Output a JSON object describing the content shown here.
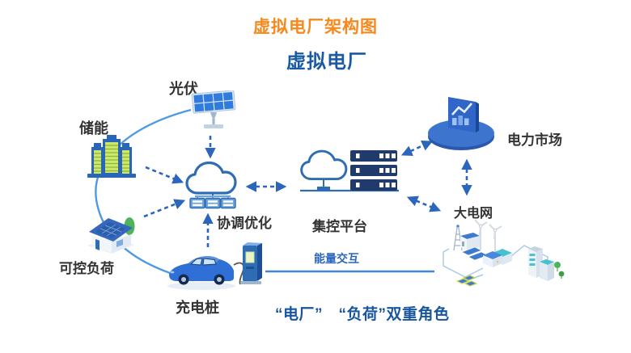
{
  "title": "虚拟电厂架构图",
  "subtitle": "虚拟电厂",
  "nodes": {
    "pv": {
      "label": "光伏",
      "icon": "solar-panel-icon"
    },
    "storage": {
      "label": "储能",
      "icon": "battery-storage-icon"
    },
    "controllable_load": {
      "label": "可控负荷",
      "icon": "house-solar-icon"
    },
    "charging_pile": {
      "label": "充电桩",
      "icon": "ev-charging-icon"
    },
    "coordination": {
      "label": "协调优化",
      "icon": "cloud-servers-icon"
    },
    "control_platform": {
      "label": "集控平台",
      "icon": "cloud-rack-icon"
    },
    "power_market": {
      "label": "电力市场",
      "icon": "market-chart-disc-icon"
    },
    "main_grid": {
      "label": "大电网",
      "icon": "grid-scene-icon"
    }
  },
  "annotations": {
    "energy_exchange": "能量交互",
    "dual_role": "“电厂”　“负荷”双重角色"
  },
  "edges": [
    {
      "from": "光伏",
      "to": "协调优化",
      "style": "dashed",
      "direction": "one-way"
    },
    {
      "from": "储能",
      "to": "协调优化",
      "style": "dashed",
      "direction": "one-way"
    },
    {
      "from": "可控负荷",
      "to": "协调优化",
      "style": "dashed",
      "direction": "one-way"
    },
    {
      "from": "充电桩",
      "to": "协调优化",
      "style": "dashed",
      "direction": "one-way"
    },
    {
      "from": "协调优化",
      "to": "集控平台",
      "style": "dashed",
      "direction": "two-way"
    },
    {
      "from": "集控平台",
      "to": "电力市场",
      "style": "dashed",
      "direction": "two-way"
    },
    {
      "from": "集控平台",
      "to": "大电网",
      "style": "dashed",
      "direction": "two-way"
    },
    {
      "from": "电力市场",
      "to": "大电网",
      "style": "dashed",
      "direction": "two-way"
    },
    {
      "from": "充电桩",
      "to": "大电网",
      "style": "solid",
      "direction": "flow",
      "label": "能量交互"
    }
  ],
  "colors": {
    "title_orange": "#F5891D",
    "heading_blue": "#1A5AA2",
    "arrow_blue": "#2B66BC",
    "flow_line_blue": "#4E9AE2",
    "label_dark": "#333333",
    "rack_navy": "#1F3A6B",
    "battery_green": "#CDE96A"
  }
}
